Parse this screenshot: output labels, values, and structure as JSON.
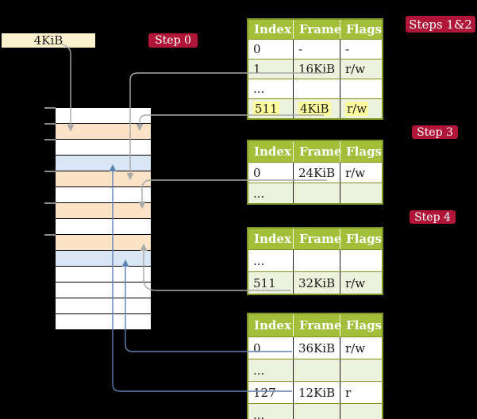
{
  "colors": {
    "background": "#000000",
    "badge_red": "#b01638",
    "header_green": "#a3bf3a",
    "row_light_green": "#edf2dc",
    "row_orange": "#fce3c8",
    "row_blue": "#d9e6f6",
    "box_cream": "#fbf1cf",
    "highlight_yellow": "#ffff9e",
    "line_gray": "#a9a9a9",
    "line_blue": "#5e82b6",
    "border_olive": "#7f9526"
  },
  "page_size_box": {
    "label": "4KiB"
  },
  "badges": [
    {
      "text": "Step 0"
    },
    {
      "text": "Steps 1&2"
    },
    {
      "text": "Step 3"
    },
    {
      "text": "Step 4"
    }
  ],
  "memory_column": {
    "rows": [
      "white",
      "orange",
      "white",
      "blue",
      "orange",
      "white",
      "orange",
      "white",
      "orange",
      "blue",
      "white",
      "white",
      "white",
      "white"
    ]
  },
  "tables": [
    {
      "name": "page-table-steps-1-2",
      "headers": [
        "Index",
        "Frame",
        "Flags"
      ],
      "rows": [
        {
          "cells": [
            "0",
            "-",
            "-"
          ],
          "shaded": false,
          "highlight": false
        },
        {
          "cells": [
            "1",
            "16KiB",
            "r/w"
          ],
          "shaded": true,
          "highlight": false
        },
        {
          "cells": [
            "...",
            "",
            ""
          ],
          "shaded": false,
          "highlight": false
        },
        {
          "cells": [
            "511",
            "4KiB",
            "r/w"
          ],
          "shaded": true,
          "highlight": true
        }
      ]
    },
    {
      "name": "page-table-step-3",
      "headers": [
        "Index",
        "Frame",
        "Flags"
      ],
      "rows": [
        {
          "cells": [
            "0",
            "24KiB",
            "r/w"
          ],
          "shaded": false,
          "highlight": false
        },
        {
          "cells": [
            "...",
            "",
            ""
          ],
          "shaded": true,
          "highlight": false
        }
      ]
    },
    {
      "name": "page-table-step-4",
      "headers": [
        "Index",
        "Frame",
        "Flags"
      ],
      "rows": [
        {
          "cells": [
            "...",
            "",
            ""
          ],
          "shaded": false,
          "highlight": false
        },
        {
          "cells": [
            "511",
            "32KiB",
            "r/w"
          ],
          "shaded": true,
          "highlight": false
        }
      ]
    },
    {
      "name": "page-table-final",
      "headers": [
        "Index",
        "Frame",
        "Flags"
      ],
      "rows": [
        {
          "cells": [
            "0",
            "36KiB",
            "r/w"
          ],
          "shaded": false,
          "highlight": false
        },
        {
          "cells": [
            "...",
            "",
            ""
          ],
          "shaded": true,
          "highlight": false
        },
        {
          "cells": [
            "127",
            "12KiB",
            "r"
          ],
          "shaded": false,
          "highlight": false
        },
        {
          "cells": [
            "...",
            "",
            ""
          ],
          "shaded": true,
          "highlight": false
        }
      ]
    }
  ]
}
